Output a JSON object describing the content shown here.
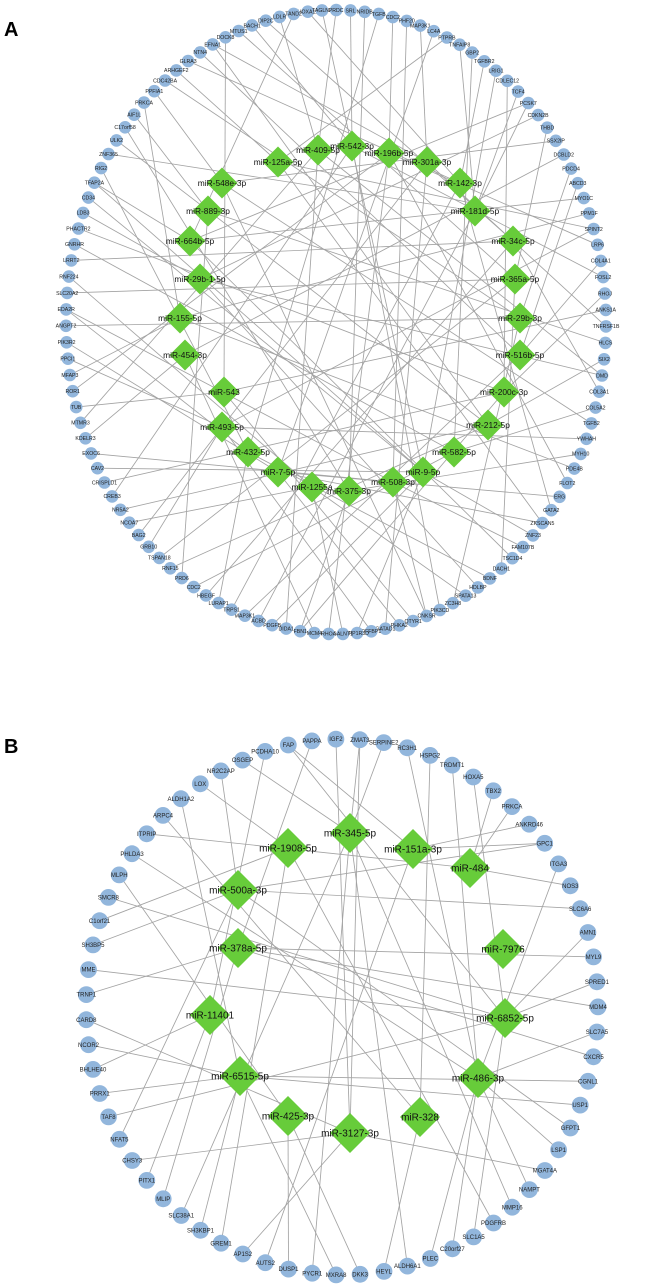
{
  "panels": [
    {
      "label": "A",
      "colors": {
        "gene": "#92b6dc",
        "mirna": "#67cc3a",
        "edge": "#a3a3a3"
      },
      "genes": [
        "HOXA11",
        "TAGLN2",
        "PRDC",
        "SRL",
        "NRIDB",
        "TGFB",
        "CDC2",
        "PHF20",
        "MAP3K1",
        "LC4A",
        "PTPRB",
        "TNFAIP8",
        "GBP2",
        "TGFBR2",
        "LRIG1",
        "CDLEC12",
        "TCF4",
        "PCSK7",
        "CDKN2B",
        "THBD",
        "SSX2IP",
        "DCBLD2",
        "PDCD4",
        "ABCD3",
        "MYO1C",
        "PPM1F",
        "SPINT2",
        "LRP6",
        "COL4A1",
        "FOSL2",
        "RHOJ",
        "ANKS1A",
        "TNFRSF1B",
        "HLCS",
        "SIX2",
        "DMD",
        "COL3A1",
        "COL5A2",
        "TGFB2",
        "YWHAH",
        "MYH10",
        "PDE4B",
        "FLOT2",
        "ERG",
        "GATA2",
        "ZKSCAN5",
        "ZNF23",
        "FAM107B",
        "TSC1D4",
        "DACH1",
        "BDNF",
        "HDLBP",
        "SPATA13",
        "ZC3H8",
        "PIK3CD",
        "CNKSR",
        "OTYR1",
        "PHKA2",
        "GATAD1",
        "DFFBP1",
        "PPP1R3D",
        "GALNT1",
        "RHOA",
        "MCM4",
        "FBN1",
        "DIDA1",
        "PDGFB",
        "ACBD",
        "MAP3K1",
        "TRPS1",
        "LURAP1",
        "HBEGF",
        "CDC2",
        "PRD6",
        "RNF15",
        "TSPAN18",
        "GRB10",
        "BAG2",
        "NCOA7",
        "NR5A2",
        "CREB3",
        "CRISPLD1",
        "CAV2",
        "EXOC6",
        "KDELR3",
        "MTMR3",
        "TUB",
        "ROR1",
        "MFAP3",
        "PPCI1",
        "PIK3R2",
        "ANGPT2",
        "EDA2R",
        "SLC20A2",
        "RNF224",
        "LRRT2",
        "GNRHR",
        "PHACTR2",
        "LDB3",
        "CD34",
        "TFAP2A",
        "RIG2",
        "ZNF365",
        "ULK2",
        "C17orf58",
        "AIF1L",
        "PRKCA",
        "PPFIA1",
        "CDC42BA",
        "ARHGEF2",
        "GLRA3",
        "NTN4",
        "EFNA1",
        "DOCK8",
        "MTUS1",
        "BACH1",
        "DIP2C",
        "LDLR",
        "TAND2"
      ],
      "mirnas": [
        "miR-409-5p",
        "miR-542-3p",
        "miR-196b-5p",
        "miR-301a-3p",
        "miR-125a-5p",
        "miR-142-3p",
        "miR-548e-3p",
        "miR-181d-5p",
        "miR-889-3p",
        "miR-664b-5p",
        "miR-34c-5p",
        "miR-29b-1-5p",
        "miR-365a-5p",
        "miR-155-5p",
        "miR-29b-3p",
        "miR-454-3p",
        "miR-516b-5p",
        "miR-543",
        "miR-200c-3p",
        "miR-493-5p",
        "miR-212-5p",
        "miR-432-5p",
        "miR-582-5p",
        "miR-7-5p",
        "miR-1255a",
        "miR-375-3p",
        "miR-508-3p",
        "miR-9-5p"
      ],
      "edges": [
        [
          0,
          5
        ],
        [
          2,
          0
        ],
        [
          3,
          1
        ],
        [
          6,
          2
        ],
        [
          8,
          3
        ],
        [
          10,
          4
        ],
        [
          11,
          7
        ],
        [
          13,
          5
        ],
        [
          16,
          7
        ],
        [
          17,
          9
        ],
        [
          19,
          12
        ],
        [
          21,
          15
        ],
        [
          22,
          14
        ],
        [
          25,
          13
        ],
        [
          28,
          16
        ],
        [
          30,
          18
        ],
        [
          31,
          17
        ],
        [
          34,
          20
        ],
        [
          37,
          22
        ],
        [
          39,
          19
        ],
        [
          40,
          25
        ],
        [
          43,
          23
        ],
        [
          46,
          27
        ],
        [
          47,
          26
        ],
        [
          50,
          21
        ],
        [
          52,
          24
        ],
        [
          55,
          26
        ],
        [
          57,
          23
        ],
        [
          60,
          27
        ],
        [
          61,
          24
        ],
        [
          64,
          25
        ],
        [
          66,
          27
        ],
        [
          70,
          21
        ],
        [
          72,
          22
        ],
        [
          76,
          19
        ],
        [
          79,
          20
        ],
        [
          81,
          18
        ],
        [
          84,
          15
        ],
        [
          86,
          17
        ],
        [
          88,
          13
        ],
        [
          91,
          14
        ],
        [
          93,
          12
        ],
        [
          95,
          10
        ],
        [
          98,
          11
        ],
        [
          100,
          9
        ],
        [
          102,
          7
        ],
        [
          105,
          8
        ],
        [
          107,
          6
        ],
        [
          109,
          4
        ],
        [
          110,
          5
        ],
        [
          112,
          3
        ],
        [
          115,
          1
        ],
        [
          117,
          0
        ],
        [
          1,
          27
        ],
        [
          4,
          25
        ],
        [
          7,
          26
        ],
        [
          9,
          23
        ],
        [
          12,
          22
        ],
        [
          14,
          27
        ],
        [
          15,
          18
        ],
        [
          18,
          11
        ],
        [
          20,
          6
        ],
        [
          23,
          16
        ],
        [
          24,
          9
        ],
        [
          26,
          4
        ],
        [
          27,
          2
        ],
        [
          29,
          1
        ],
        [
          32,
          3
        ],
        [
          33,
          8
        ],
        [
          35,
          0
        ],
        [
          36,
          10
        ],
        [
          38,
          6
        ],
        [
          41,
          13
        ],
        [
          42,
          2
        ],
        [
          44,
          5
        ],
        [
          45,
          4
        ],
        [
          48,
          9
        ],
        [
          49,
          12
        ],
        [
          51,
          11
        ],
        [
          53,
          14
        ],
        [
          54,
          1
        ],
        [
          56,
          17
        ],
        [
          58,
          3
        ],
        [
          59,
          19
        ],
        [
          62,
          2
        ],
        [
          63,
          15
        ],
        [
          65,
          0
        ],
        [
          67,
          7
        ],
        [
          68,
          16
        ],
        [
          69,
          5
        ],
        [
          71,
          10
        ],
        [
          73,
          8
        ],
        [
          74,
          20
        ],
        [
          75,
          12
        ],
        [
          77,
          3
        ],
        [
          78,
          24
        ],
        [
          80,
          1
        ],
        [
          82,
          27
        ],
        [
          83,
          26
        ],
        [
          85,
          0
        ],
        [
          87,
          2
        ],
        [
          89,
          19
        ],
        [
          90,
          23
        ],
        [
          92,
          26
        ],
        [
          94,
          24
        ],
        [
          96,
          22
        ],
        [
          97,
          18
        ],
        [
          99,
          27
        ],
        [
          101,
          21
        ],
        [
          103,
          20
        ],
        [
          104,
          25
        ],
        [
          106,
          13
        ],
        [
          108,
          14
        ],
        [
          111,
          16
        ],
        [
          113,
          17
        ],
        [
          114,
          12
        ],
        [
          116,
          10
        ],
        [
          118,
          9
        ],
        [
          17,
          7
        ],
        [
          35,
          11
        ],
        [
          64,
          18
        ],
        [
          92,
          21
        ],
        [
          112,
          20
        ],
        [
          45,
          23
        ],
        [
          55,
          6
        ],
        [
          100,
          27
        ],
        [
          5,
          21
        ],
        [
          26,
          19
        ]
      ]
    },
    {
      "label": "B",
      "colors": {
        "gene": "#92b6dc",
        "mirna": "#67cc3a",
        "edge": "#a3a3a3"
      },
      "genes": [
        "ZMAT3",
        "SERPINE2",
        "RC3H1",
        "HSPG2",
        "TRDMT1",
        "HOXA5",
        "TBX2",
        "PRKCA",
        "ANKRD46",
        "GPC1",
        "ITGA3",
        "NOS3",
        "SLC6A6",
        "AMN1",
        "MYL9",
        "SPRED1",
        "MDM4",
        "SLC7A5",
        "CXCR5",
        "CGNL1",
        "USP1",
        "GFPT1",
        "LSP1",
        "MGAT4A",
        "NAMPT",
        "MMP16",
        "PDGFRB",
        "SLC1A5",
        "C20orf27",
        "PLEC",
        "ALDH6A1",
        "HEYL",
        "DKK3",
        "MXRA8",
        "PYCR1",
        "DUSP1",
        "AUTS2",
        "AP1S2",
        "GREM1",
        "SH3KBP1",
        "SLC38A1",
        "MLIP",
        "PITX1",
        "CHSY3",
        "NFAT5",
        "TAF8",
        "PRRX1",
        "BHLHE40",
        "NCOR2",
        "CARD8",
        "TRNP1",
        "MME",
        "SH3BP5",
        "C1orf21",
        "SMCR8",
        "MLPH",
        "PHLDA3",
        "ITPRIP",
        "ARPC4",
        "ALDH1A2",
        "LOX",
        "NR2C2AP",
        "OSGEP",
        "PCDHA10",
        "FAP",
        "PAPPA",
        "IGF2"
      ],
      "mirnas": [
        "miR-345-5p",
        "miR-1908-5p",
        "miR-151a-3p",
        "miR-484",
        "miR-500a-3p",
        "miR-7976",
        "miR-378a-5p",
        "miR-11401",
        "miR-6852-5p",
        "miR-6515-5p",
        "miR-486-3p",
        "miR-425-3p",
        "miR-3127-3p",
        "miR-328"
      ],
      "edges": [
        [
          0,
          0
        ],
        [
          1,
          0
        ],
        [
          2,
          10
        ],
        [
          3,
          13
        ],
        [
          4,
          10
        ],
        [
          5,
          8
        ],
        [
          6,
          3
        ],
        [
          7,
          3
        ],
        [
          8,
          2
        ],
        [
          9,
          2
        ],
        [
          10,
          10
        ],
        [
          11,
          3
        ],
        [
          12,
          4
        ],
        [
          13,
          8
        ],
        [
          14,
          6
        ],
        [
          15,
          8
        ],
        [
          16,
          6
        ],
        [
          17,
          10
        ],
        [
          18,
          6
        ],
        [
          19,
          9
        ],
        [
          20,
          9
        ],
        [
          21,
          4
        ],
        [
          22,
          10
        ],
        [
          23,
          12
        ],
        [
          24,
          10
        ],
        [
          25,
          0
        ],
        [
          26,
          1
        ],
        [
          27,
          8
        ],
        [
          28,
          10
        ],
        [
          29,
          10
        ],
        [
          30,
          0
        ],
        [
          31,
          13
        ],
        [
          32,
          11
        ],
        [
          33,
          9
        ],
        [
          34,
          0
        ],
        [
          35,
          11
        ],
        [
          36,
          2
        ],
        [
          37,
          12
        ],
        [
          38,
          1
        ],
        [
          39,
          9
        ],
        [
          40,
          0
        ],
        [
          41,
          6
        ],
        [
          42,
          7
        ],
        [
          43,
          12
        ],
        [
          44,
          4
        ],
        [
          45,
          8
        ],
        [
          46,
          9
        ],
        [
          47,
          7
        ],
        [
          48,
          9
        ],
        [
          49,
          12
        ],
        [
          50,
          6
        ],
        [
          51,
          8
        ],
        [
          52,
          4
        ],
        [
          53,
          1
        ],
        [
          54,
          8
        ],
        [
          55,
          11
        ],
        [
          56,
          10
        ],
        [
          57,
          3
        ],
        [
          58,
          13
        ],
        [
          59,
          9
        ],
        [
          60,
          1
        ],
        [
          61,
          4
        ],
        [
          62,
          0
        ],
        [
          63,
          7
        ],
        [
          64,
          2
        ],
        [
          65,
          6
        ],
        [
          66,
          12
        ],
        [
          0,
          12
        ],
        [
          9,
          4
        ],
        [
          64,
          8
        ]
      ]
    }
  ]
}
